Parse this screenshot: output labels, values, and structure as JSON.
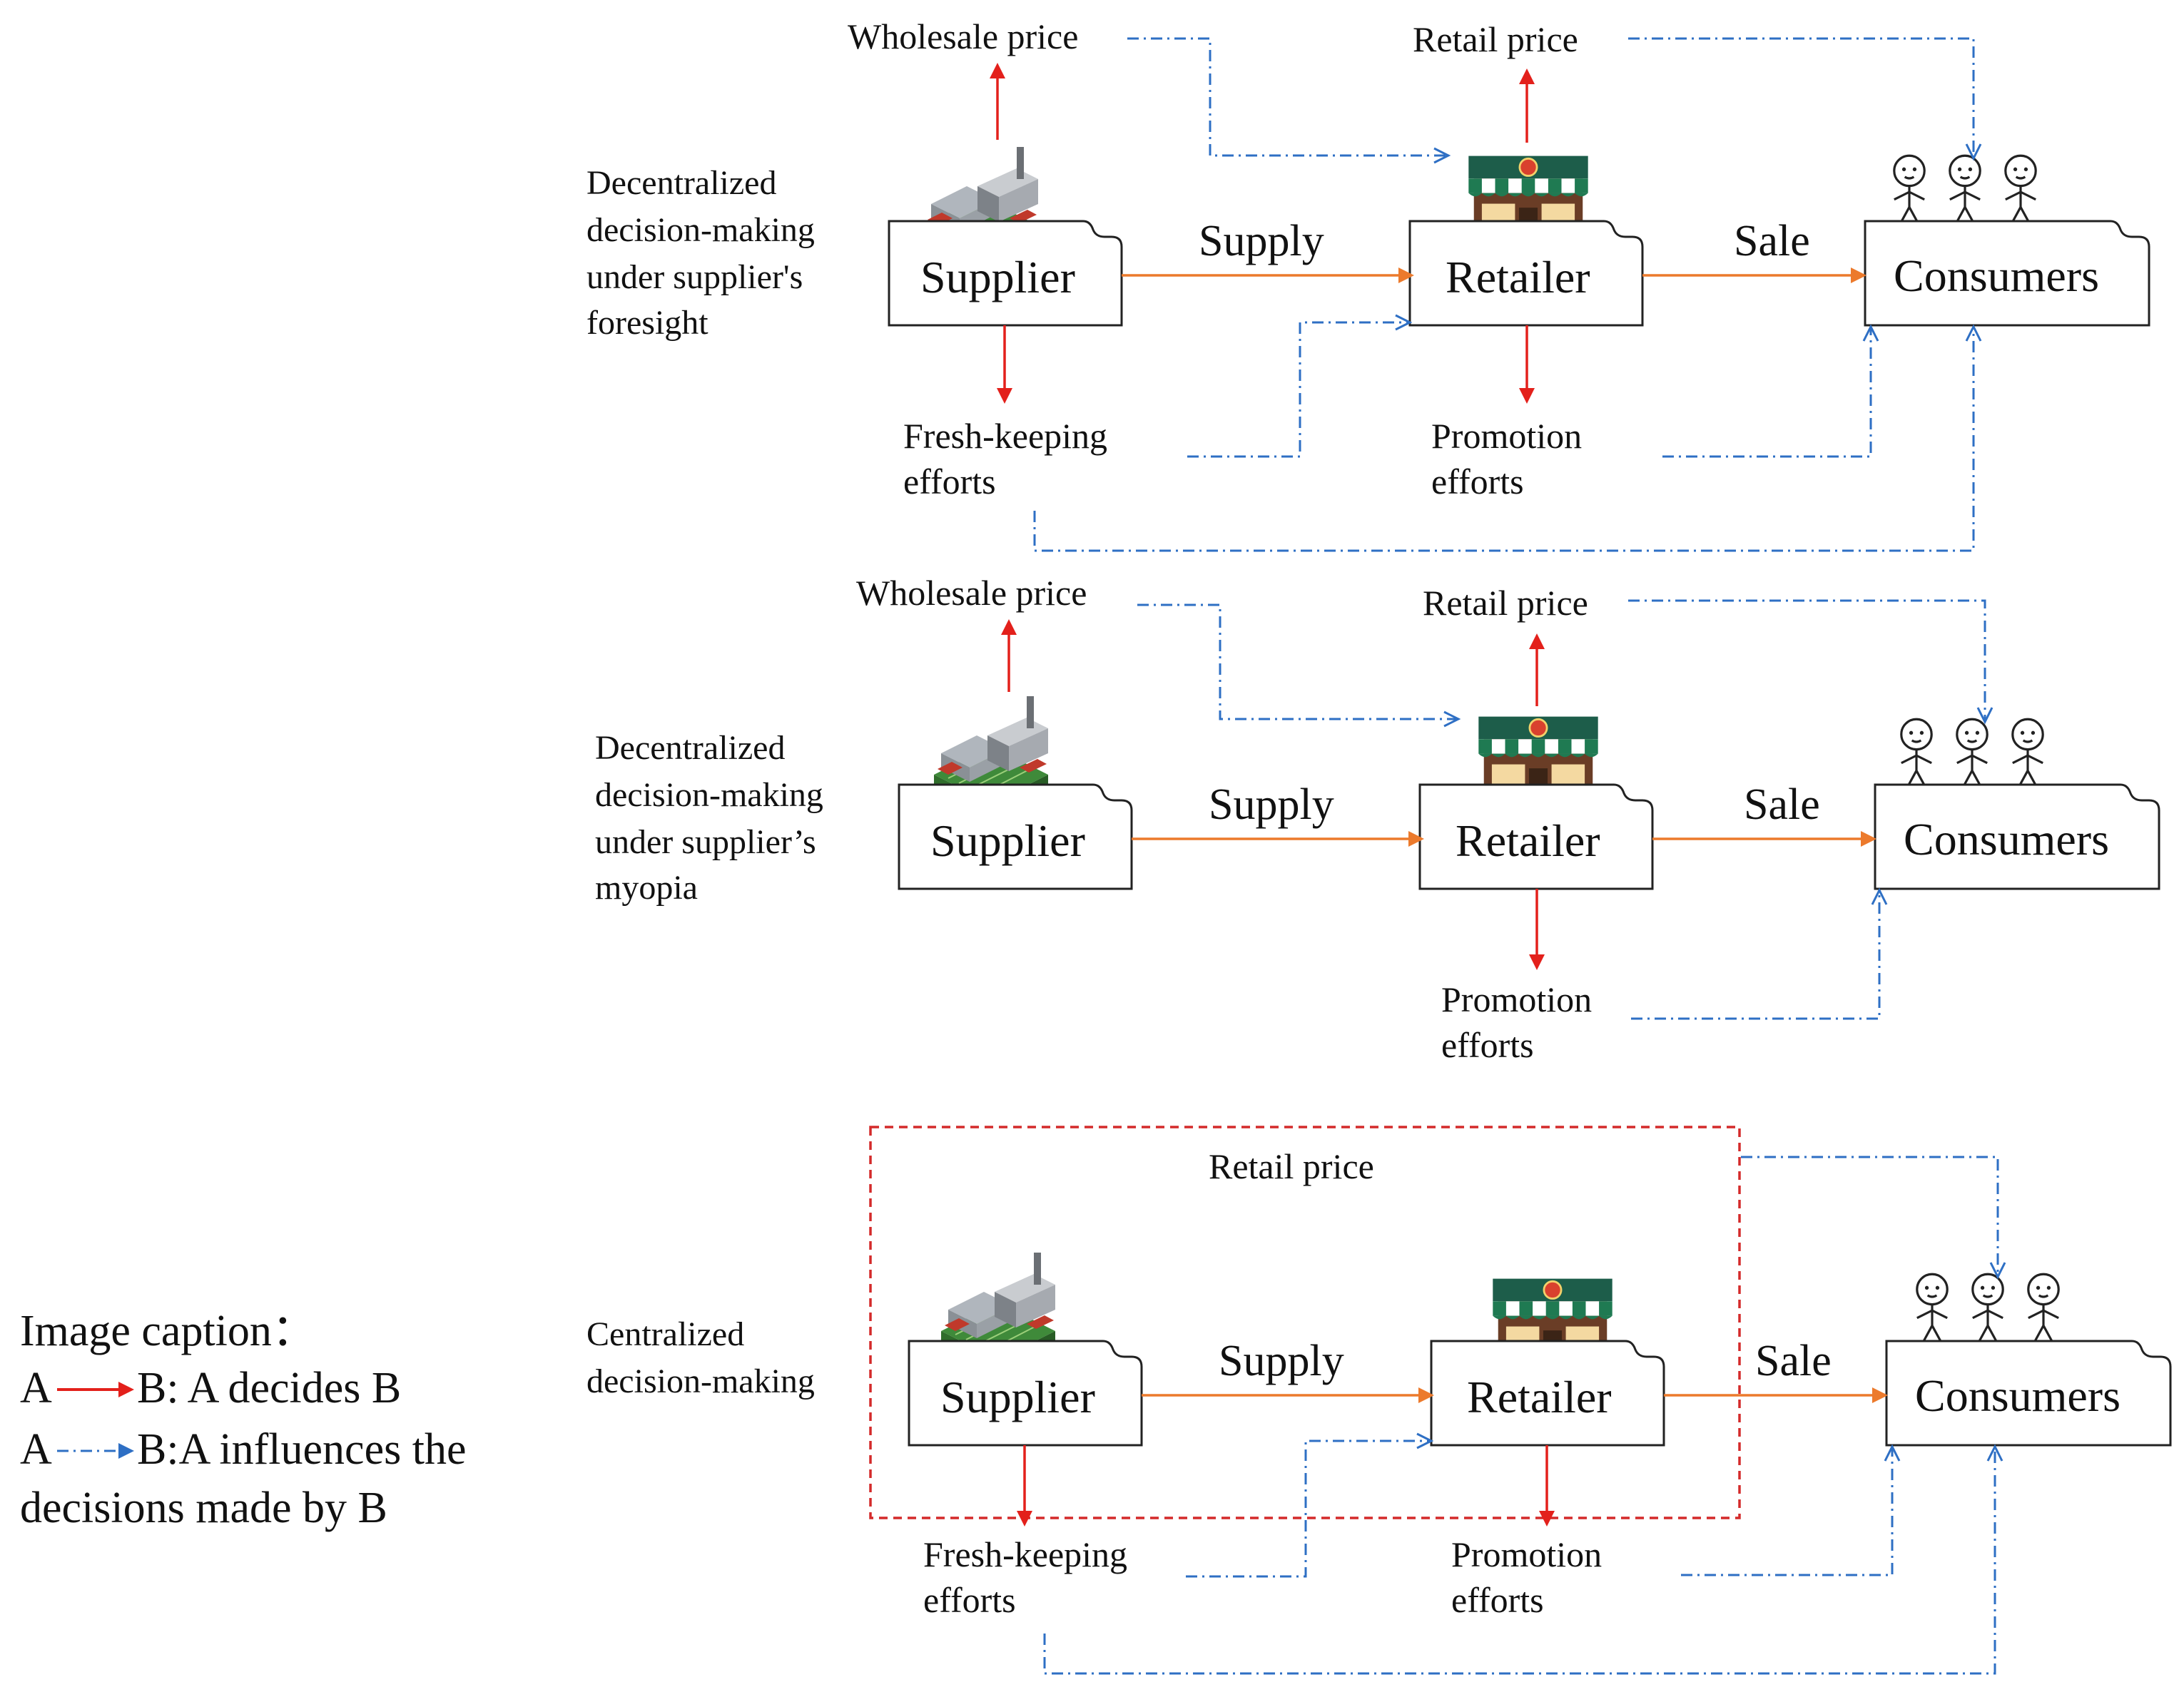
{
  "scenarios": [
    {
      "description": [
        "Decentralized",
        "decision-making",
        "under supplier's",
        "foresight"
      ],
      "supplier": "Supplier",
      "retailer": "Retailer",
      "consumers": "Consumers",
      "supply": "Supply",
      "sale": "Sale",
      "wholesale_price": "Wholesale price",
      "retail_price": "Retail price",
      "fresh_keeping": [
        "Fresh-keeping",
        "efforts"
      ],
      "promotion": [
        "Promotion",
        "efforts"
      ]
    },
    {
      "description": [
        "Decentralized",
        "decision-making",
        "under supplier’s",
        "myopia"
      ],
      "supplier": "Supplier",
      "retailer": "Retailer",
      "consumers": "Consumers",
      "supply": "Supply",
      "sale": "Sale",
      "wholesale_price": "Wholesale price",
      "retail_price": "Retail price",
      "promotion": [
        "Promotion",
        "efforts"
      ]
    },
    {
      "description": [
        "Centralized",
        "decision-making"
      ],
      "supplier": "Supplier",
      "retailer": "Retailer",
      "consumers": "Consumers",
      "supply": "Supply",
      "sale": "Sale",
      "retail_price": "Retail price",
      "fresh_keeping": [
        "Fresh-keeping",
        "efforts"
      ],
      "promotion": [
        "Promotion",
        "efforts"
      ]
    }
  ],
  "legend": {
    "title": "Image caption：",
    "decides_a": "A",
    "decides_text": "B:  A decides B",
    "influences_a": "A",
    "influences_text": "B:A influences the",
    "influences_text2": "decisions made by B"
  },
  "colors": {
    "decides": "#e3201b",
    "influences": "#2e6fc4",
    "flow": "#ec7a2c",
    "centralized_boundary": "#d42a2a"
  },
  "icons": {
    "supplier": "factory-icon",
    "retailer": "store-icon",
    "consumers": "people-icon"
  }
}
